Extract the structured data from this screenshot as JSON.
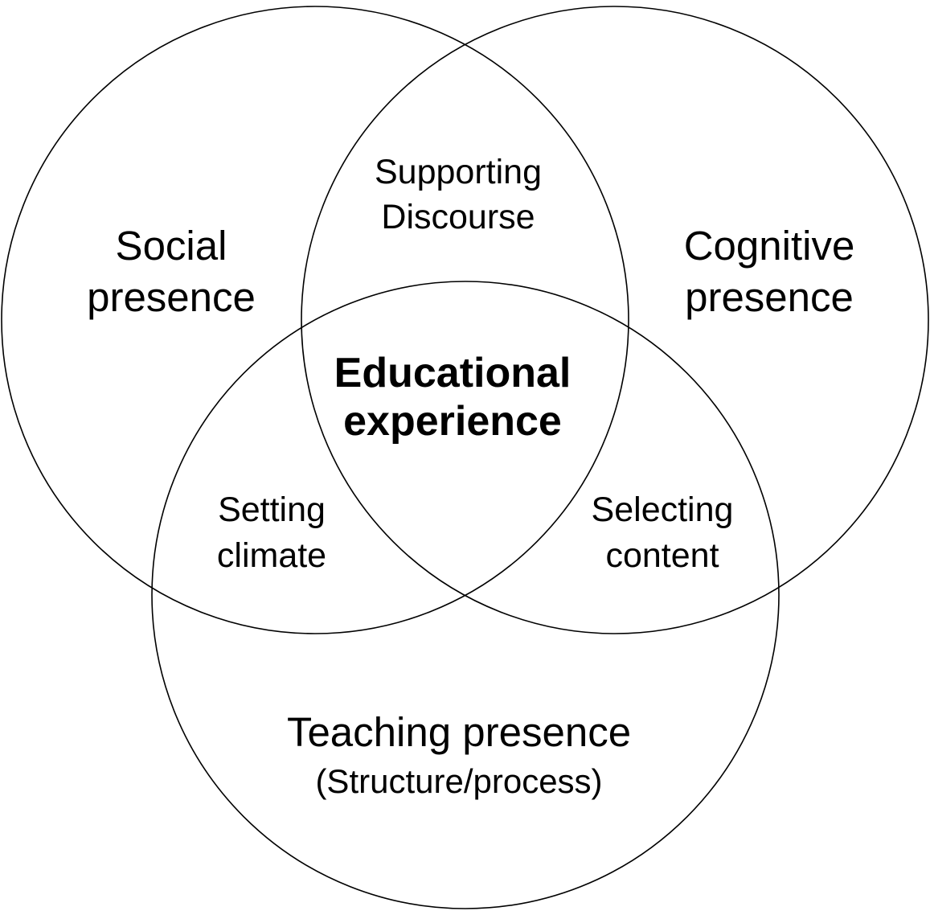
{
  "diagram": {
    "circles": {
      "social": {
        "name": "Social presence",
        "label_lines": [
          "Social",
          "presence"
        ]
      },
      "cognitive": {
        "name": "Cognitive presence",
        "label_lines": [
          "Cognitive",
          "presence"
        ]
      },
      "teaching": {
        "name": "Teaching presence",
        "label_lines": [
          "Teaching presence",
          "(Structure/process)"
        ]
      }
    },
    "intersections": {
      "social_cognitive": {
        "label_lines": [
          "Supporting",
          "Discourse"
        ]
      },
      "social_teaching": {
        "label_lines": [
          "Setting",
          "climate"
        ]
      },
      "cognitive_teaching": {
        "label_lines": [
          "Selecting",
          "content"
        ]
      },
      "center": {
        "label_lines": [
          "Educational",
          "experience"
        ]
      }
    },
    "colors": {
      "stroke": "#000000",
      "background": "#ffffff",
      "text": "#000000"
    }
  }
}
